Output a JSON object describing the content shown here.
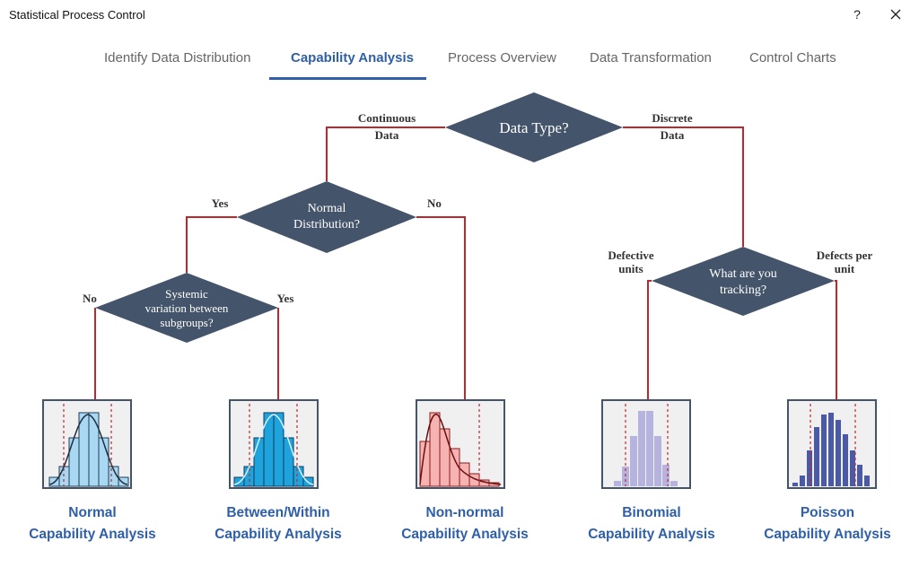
{
  "window": {
    "title": "Statistical Process Control",
    "help_label": "?"
  },
  "tabs": [
    {
      "label": "Identify Data Distribution",
      "active": false
    },
    {
      "label": "Capability Analysis",
      "active": true
    },
    {
      "label": "Process Overview",
      "active": false
    },
    {
      "label": "Data Transformation",
      "active": false
    },
    {
      "label": "Control Charts",
      "active": false
    }
  ],
  "flowchart": {
    "data_type": {
      "question": "Data Type?"
    },
    "normal_dist": {
      "question_line1": "Normal",
      "question_line2": "Distribution?"
    },
    "tracking": {
      "question_line1": "What are you",
      "question_line2": "tracking?"
    },
    "systemic": {
      "question_line1": "Systemic",
      "question_line2": "variation between",
      "question_line3": "subgroups?"
    },
    "branches": {
      "continuous_line1": "Continuous",
      "continuous_line2": "Data",
      "discrete_line1": "Discrete",
      "discrete_line2": "Data",
      "normal_yes": "Yes",
      "normal_no": "No",
      "systemic_no": "No",
      "systemic_yes": "Yes",
      "defective_line1": "Defective",
      "defective_line2": "units",
      "defects_line1": "Defects per",
      "defects_line2": "unit"
    }
  },
  "outcomes": [
    {
      "line1": "Normal",
      "line2": "Capability Analysis"
    },
    {
      "line1": "Between/Within",
      "line2": "Capability Analysis"
    },
    {
      "line1": "Non-normal",
      "line2": "Capability Analysis"
    },
    {
      "line1": "Binomial",
      "line2": "Capability Analysis"
    },
    {
      "line1": "Poisson",
      "line2": "Capability Analysis"
    }
  ],
  "colors": {
    "accent": "#2f5fa8",
    "diamond": "#44546a",
    "connector": "#c0272d",
    "normal_bar": "#a9d8f2",
    "between_bar": "#1ea3dc",
    "nonnormal_bar": "#f7b2b2",
    "binomial_bar": "#b6b4de",
    "poisson_bar": "#4a5aa8"
  }
}
